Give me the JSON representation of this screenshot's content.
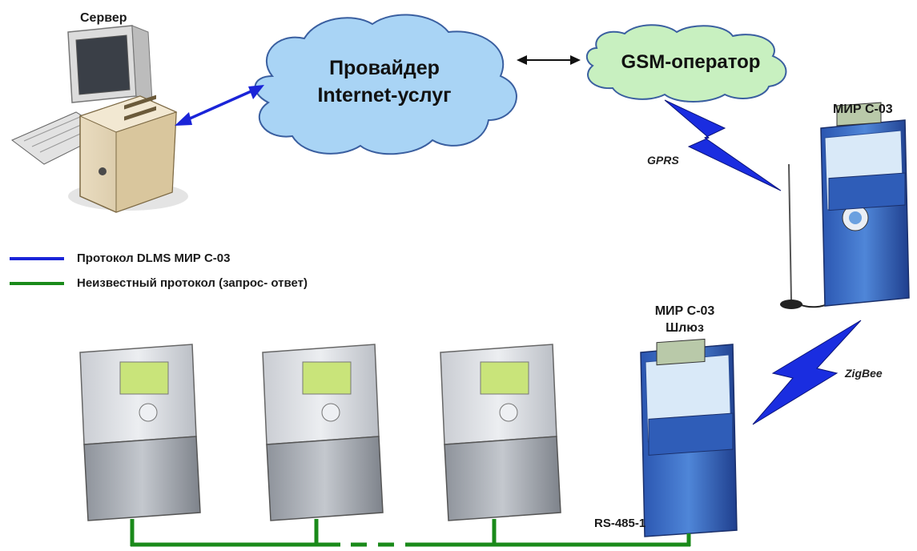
{
  "server": {
    "label": "Сервер"
  },
  "provider_cloud": {
    "line1": "Провайдер",
    "line2": "Internet-услуг",
    "color": "#a9d4f5"
  },
  "gsm_cloud": {
    "label": "GSM-оператор",
    "color": "#c8f0c0"
  },
  "links": {
    "gprs": "GPRS",
    "zigbee": "ZigBee",
    "rs485": "RS-485-1"
  },
  "meter_top": {
    "label": "МИР С-03"
  },
  "meter_gateway": {
    "line1": "МИР С-03",
    "line2": "Шлюз"
  },
  "legend": {
    "items": [
      {
        "label": "Протокол DLMS МИР С-03",
        "color": "#1a24d8"
      },
      {
        "label": "Неизвестный протокол (запрос- ответ)",
        "color": "#1a8a1a"
      }
    ]
  }
}
